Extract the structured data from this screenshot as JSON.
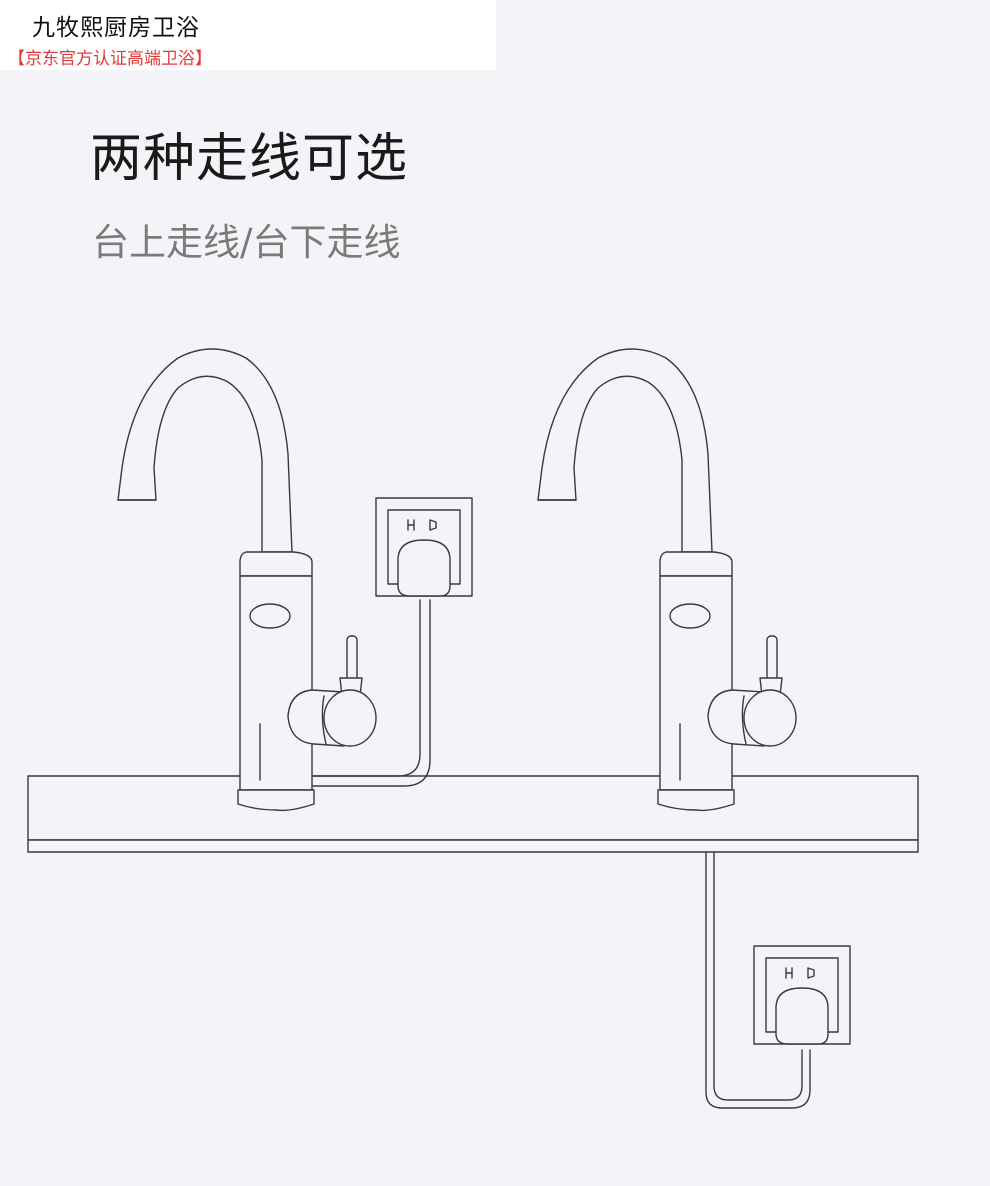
{
  "header": {
    "store_name": "九牧熙厨房卫浴",
    "store_badge": "【京东官方认证高端卫浴】"
  },
  "content": {
    "title": "两种走线可选",
    "subtitle": "台上走线/台下走线"
  },
  "colors": {
    "line": "#3a3a3a",
    "background": "#f4f4f8",
    "badge": "#e4393c"
  }
}
